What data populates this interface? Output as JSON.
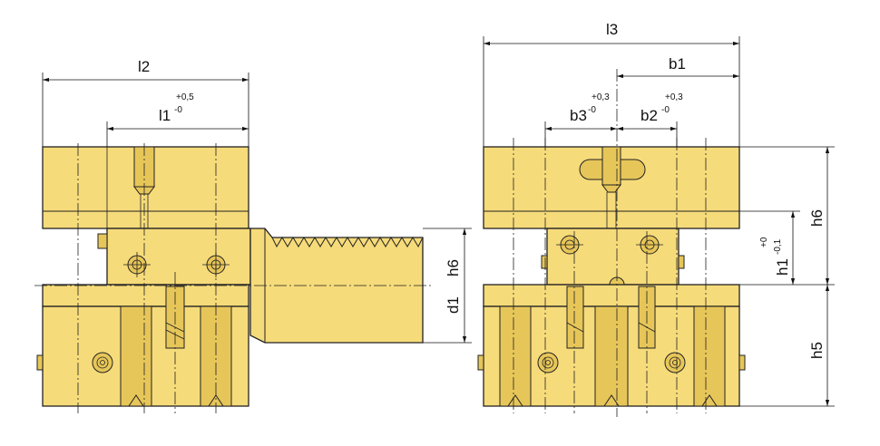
{
  "colors": {
    "body": "#f6db7a",
    "shade": "#e7c659",
    "line": "#222222"
  },
  "labels": {
    "l2": "l2",
    "l1": "l1",
    "l1_tol_plus": "+0,5",
    "l1_tol_minus": "-0",
    "l3": "l3",
    "b1": "b1",
    "b3": "b3",
    "b3_tol_plus": "+0,3",
    "b3_tol_minus": "-0",
    "b2": "b2",
    "b2_tol_plus": "+0,3",
    "b2_tol_minus": "-0",
    "h6_left": "h6",
    "d1": "d1",
    "h6_right": "h6",
    "h1": "h1",
    "h1_tol_plus": "+0",
    "h1_tol_minus": "-0,1",
    "h5": "h5"
  }
}
